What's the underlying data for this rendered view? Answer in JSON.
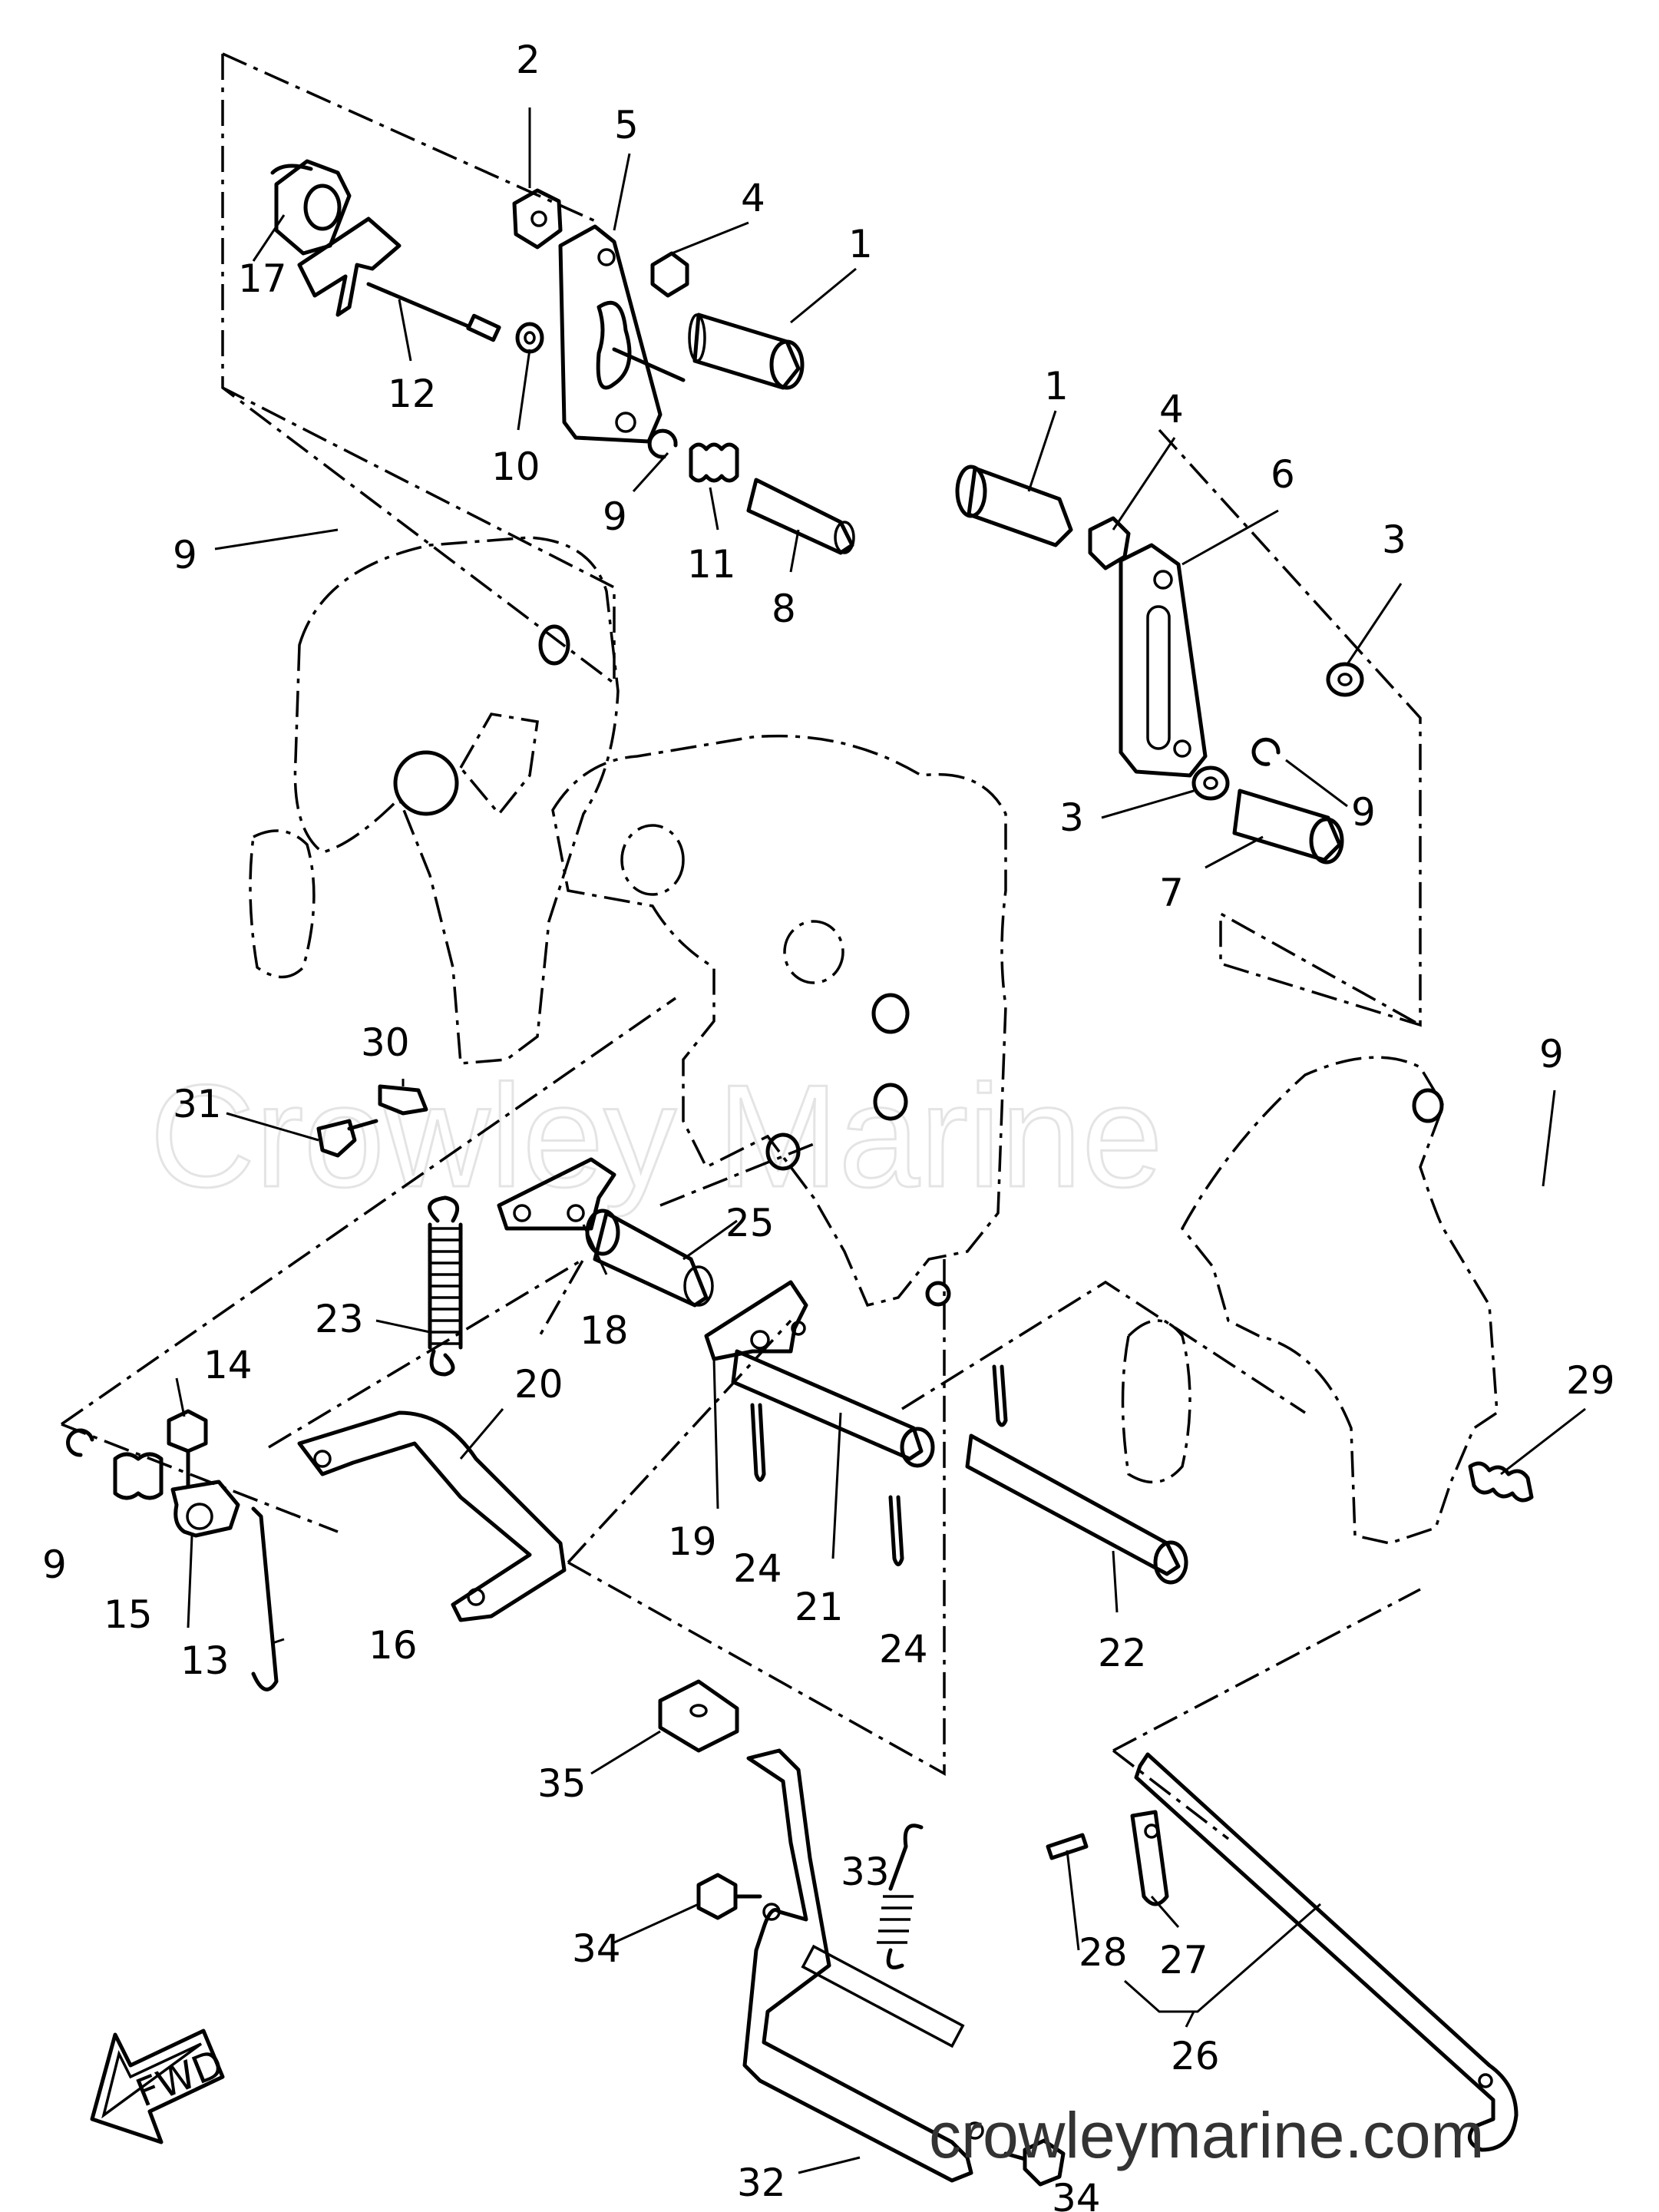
{
  "watermark": "Crowley Marine",
  "site": "crowleymarine.com",
  "fwd_label": "FWD",
  "callouts": [
    "1",
    "1",
    "2",
    "3",
    "3",
    "4",
    "4",
    "5",
    "6",
    "7",
    "8",
    "9",
    "9",
    "9",
    "9",
    "9",
    "10",
    "11",
    "12",
    "13",
    "14",
    "15",
    "16",
    "17",
    "18",
    "19",
    "20",
    "21",
    "22",
    "23",
    "24",
    "24",
    "25",
    "26",
    "27",
    "28",
    "29",
    "30",
    "31",
    "32",
    "33",
    "34",
    "34",
    "35"
  ]
}
